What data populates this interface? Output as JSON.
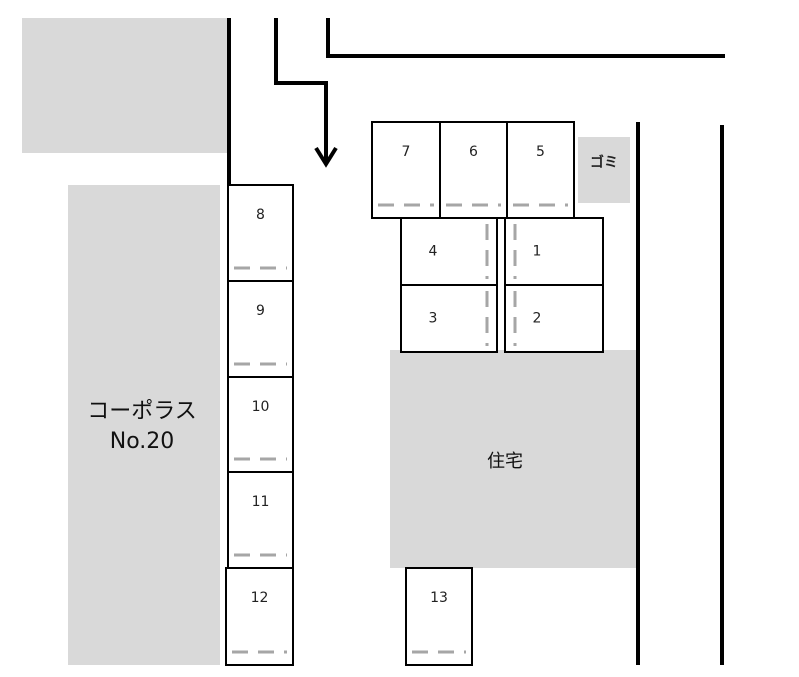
{
  "colors": {
    "building": "#d9d9d9",
    "line": "#000000",
    "dash": "#a6a6a6"
  },
  "buildings": {
    "corporas_line1": "コーポラス",
    "corporas_line2": "No.20",
    "house": "住宅",
    "garbage": "ゴミ"
  },
  "stalls": [
    "1",
    "2",
    "3",
    "4",
    "5",
    "6",
    "7",
    "8",
    "9",
    "10",
    "11",
    "12",
    "13"
  ],
  "icons": {
    "entry_arrow": "arrow-down-icon"
  }
}
